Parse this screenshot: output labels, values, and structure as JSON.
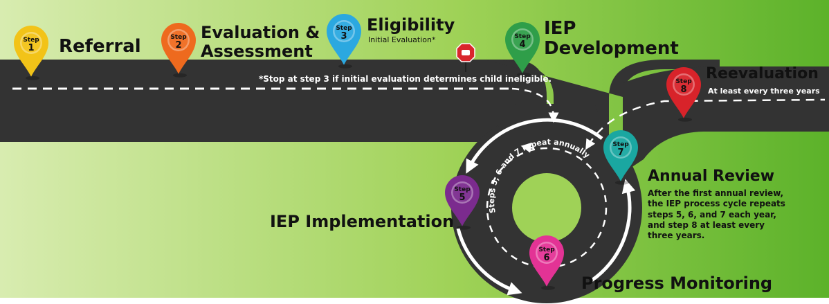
{
  "colors": {
    "road": "#353535",
    "road_edge": "#1e1e1e",
    "background_light": "#d8ecb0",
    "background_dark": "#63b52d",
    "step1": "#f2c318",
    "step2": "#ee6a1e",
    "step3": "#2ba8e0",
    "step4": "#2f9e49",
    "step5": "#7b2b8e",
    "step6": "#e33395",
    "step7": "#1aa7a1",
    "step8": "#d8232a",
    "stop_sign": "#d9262c"
  },
  "steps": [
    {
      "word": "Step",
      "number": "1",
      "title": "Referral",
      "icon": "map-pin-icon"
    },
    {
      "word": "Step",
      "number": "2",
      "title_line1": "Evaluation &",
      "title_line2": "Assessment",
      "icon": "map-pin-icon"
    },
    {
      "word": "Step",
      "number": "3",
      "title": "Eligibility",
      "subtitle": "Initial Evaluation*",
      "icon": "map-pin-icon"
    },
    {
      "word": "Step",
      "number": "4",
      "title_line1": "IEP",
      "title_line2": "Development",
      "icon": "map-pin-icon"
    },
    {
      "word": "Step",
      "number": "5",
      "title": "IEP Implementation",
      "icon": "map-pin-icon"
    },
    {
      "word": "Step",
      "number": "6",
      "title": "Progress Monitoring",
      "icon": "map-pin-icon"
    },
    {
      "word": "Step",
      "number": "7",
      "title": "Annual Review",
      "icon": "map-pin-icon"
    },
    {
      "word": "Step",
      "number": "8",
      "title": "Reevaluation",
      "subtitle": "At least every three years",
      "icon": "map-pin-icon"
    }
  ],
  "stop_note": "*Stop at step 3 if initial evaluation determines child ineligible.",
  "stop_icon": "stop-sign-icon",
  "loop_label": "Steps 5, 6 and 7 repeat annually",
  "annual_review_text": [
    "After the first annual review,",
    "the IEP process cycle repeats",
    "steps 5, 6, and 7 each year,",
    "and step 8 at least every",
    "three years."
  ]
}
